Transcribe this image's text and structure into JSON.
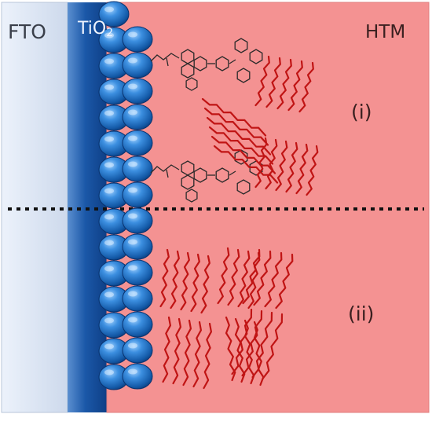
{
  "labels": {
    "fto": "FTO",
    "tio2_main": "TiO",
    "tio2_sub": "2",
    "htm": "HTM",
    "case_i": "(i)",
    "case_ii": "(ii)"
  },
  "colors": {
    "fto": "#d9e4f3",
    "tio2": "#1f5fb0",
    "htm": "#f49292",
    "polymer": "#c01414",
    "molecule": "#2a2a2a",
    "divider": "#111111"
  }
}
